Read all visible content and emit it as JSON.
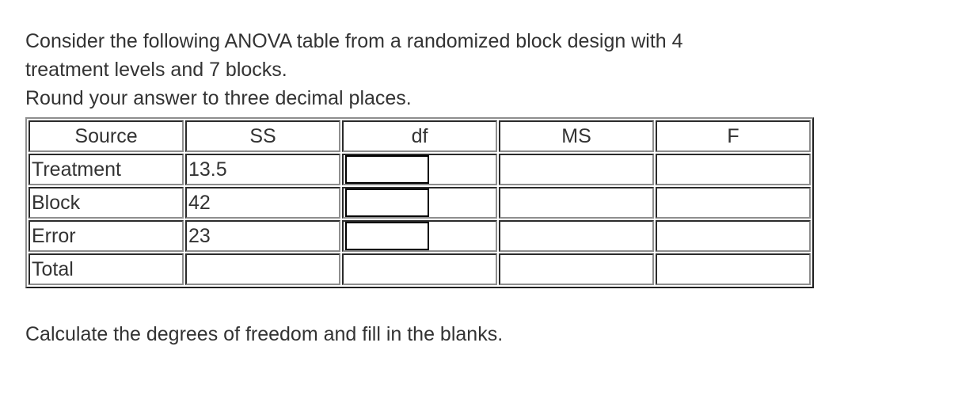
{
  "question": {
    "line1": "Consider the following ANOVA table from a randomized block design with 4",
    "line2": "treatment levels and 7 blocks.",
    "line3": "Round your answer to three decimal places."
  },
  "table": {
    "headers": [
      "Source",
      "SS",
      "df",
      "MS",
      "F"
    ],
    "rows": [
      {
        "source": "Treatment",
        "ss": "13.5",
        "df": "",
        "ms": "",
        "f": ""
      },
      {
        "source": "Block",
        "ss": "42",
        "df": "",
        "ms": "",
        "f": ""
      },
      {
        "source": "Error",
        "ss": "23",
        "df": "",
        "ms": "",
        "f": ""
      },
      {
        "source": "Total",
        "ss": "",
        "df": "",
        "ms": "",
        "f": ""
      }
    ]
  },
  "inputs": {
    "treatment_df_value": "",
    "block_df_value": "",
    "error_df_value": ""
  },
  "footer": {
    "instruction": "Calculate the degrees of freedom and fill in the blanks."
  },
  "colors": {
    "text": "#333333",
    "table_border_light": "#8e8e8e",
    "table_border_dark": "#1f1f1f",
    "cell_border_dark": "#2b2b2b",
    "input_border": "#000000",
    "background": "#ffffff"
  }
}
